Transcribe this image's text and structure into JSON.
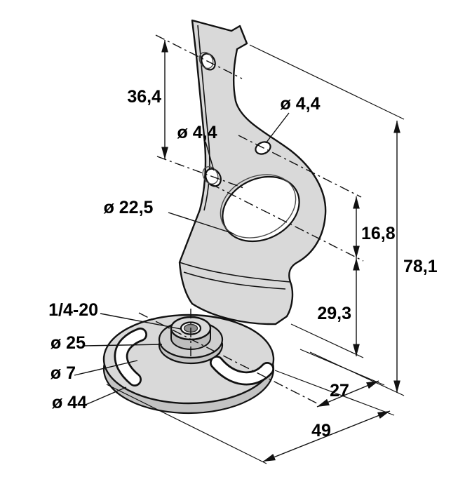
{
  "drawing": {
    "type": "technical-dimension-drawing",
    "part": "L-shaped swivel mounting bracket with slotted round base",
    "colors": {
      "background": "#ffffff",
      "part_fill": "#d9d9d9",
      "part_shadow": "#c3c3c3",
      "line": "#111111",
      "text": "#000000"
    },
    "labels": {
      "dim_36_4": "36,4",
      "dia_4_4_left": "ø 4,4",
      "dia_4_4_right": "ø 4,4",
      "dia_22_5": "ø 22,5",
      "dim_16_8": "16,8",
      "dim_78_1": "78,1",
      "dim_29_3": "29,3",
      "dim_27": "27",
      "dim_49": "49",
      "thread": "1/4-20",
      "dia_25": "ø 25",
      "dia_7": "ø 7",
      "dia_44": "ø 44"
    }
  }
}
